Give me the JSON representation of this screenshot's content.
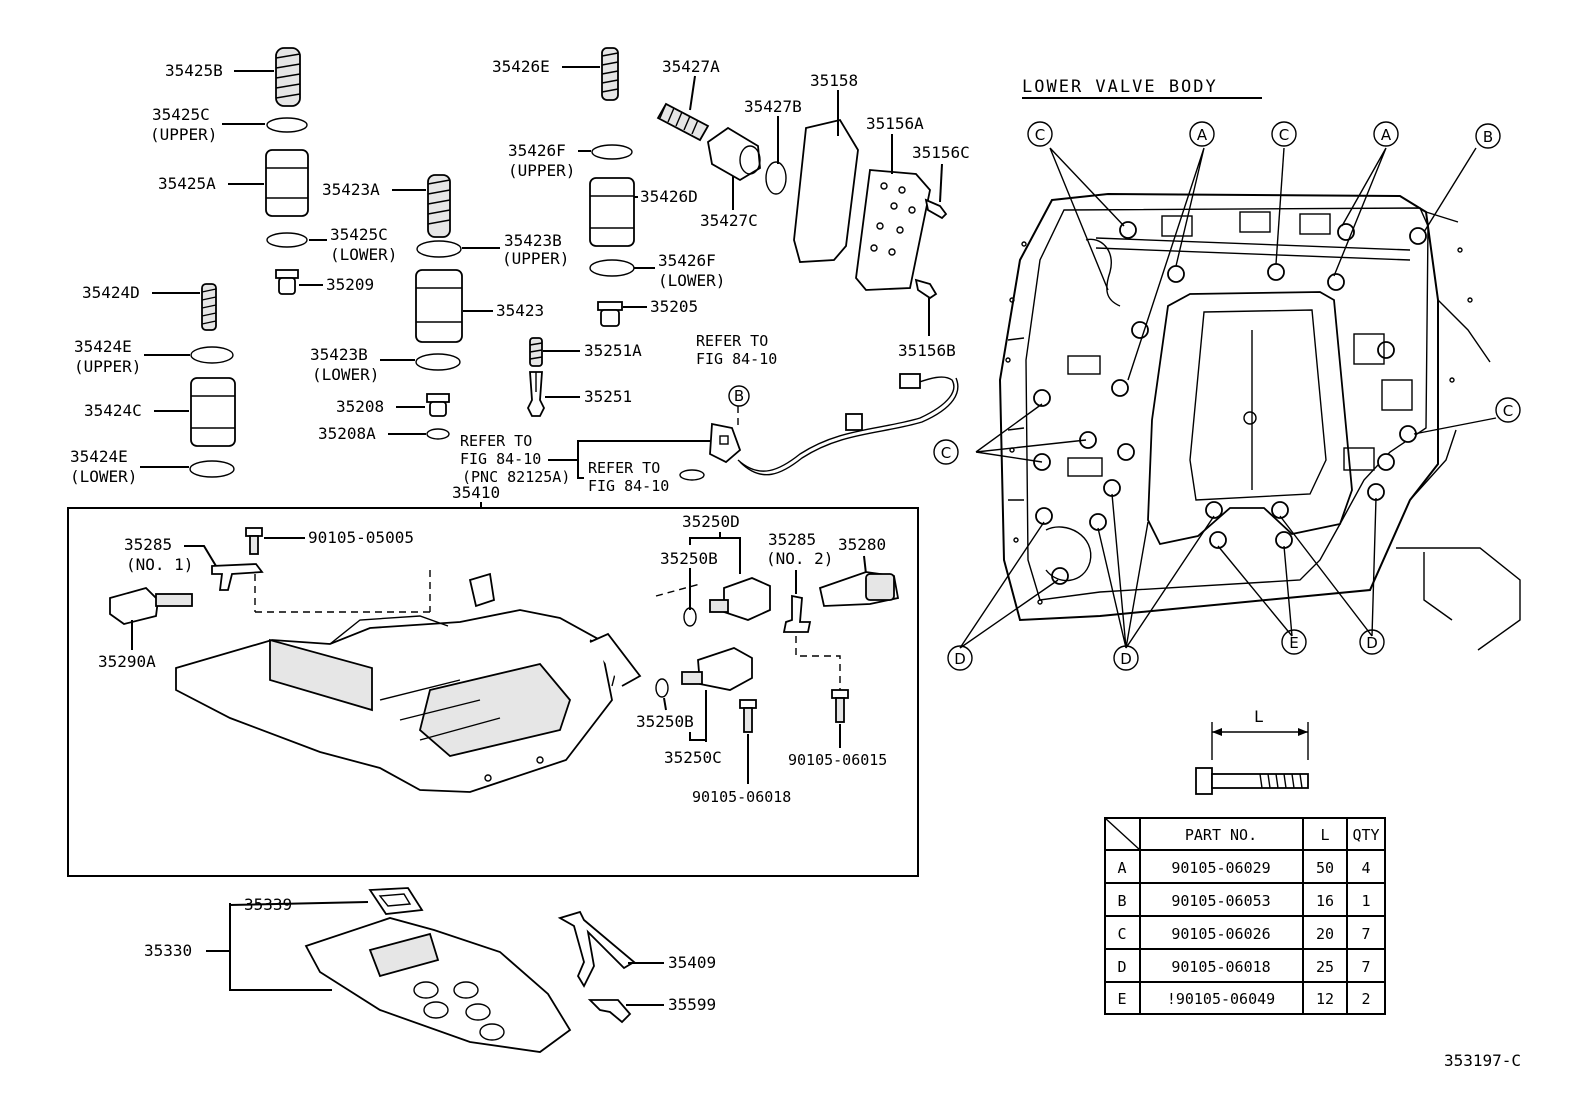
{
  "diagram": {
    "id_code": "353197-C",
    "section_title": "LOWER VALVE BODY",
    "part_labels": {
      "p35425B": "35425B",
      "p35425C_u": "35425C",
      "p35425C_u_note": "(UPPER)",
      "p35425A": "35425A",
      "p35425C_l": "35425C",
      "p35425C_l_note": "(LOWER)",
      "p35209": "35209",
      "p35424D": "35424D",
      "p35424E_u": "35424E",
      "p35424E_u_note": "(UPPER)",
      "p35424C": "35424C",
      "p35424E_l": "35424E",
      "p35424E_l_note": "(LOWER)",
      "p35423A": "35423A",
      "p35423B_u": "35423B",
      "p35423B_u_note": "(UPPER)",
      "p35423": "35423",
      "p35423B_l": "35423B",
      "p35423B_l_note": "(LOWER)",
      "p35208": "35208",
      "p35208A": "35208A",
      "p35426E": "35426E",
      "p35426F_u": "35426F",
      "p35426F_u_note": "(UPPER)",
      "p35426D": "35426D",
      "p35426F_l": "35426F",
      "p35426F_l_note": "(LOWER)",
      "p35205": "35205",
      "p35251A": "35251A",
      "p35251": "35251",
      "p35427A": "35427A",
      "p35427B": "35427B",
      "p35427C": "35427C",
      "p35158": "35158",
      "p35156A": "35156A",
      "p35156C": "35156C",
      "p35156B": "35156B",
      "refer1_a": "REFER TO",
      "refer1_b": "FIG 84-10",
      "refer2_a": "REFER TO",
      "refer2_b": "FIG 84-10",
      "refer2_c": "(PNC 82125A)",
      "refer3_a": "REFER TO",
      "refer3_b": "FIG 84-10",
      "callout_B": "B",
      "p35410": "35410",
      "p35285_1": "35285",
      "p35285_1_note": "(NO. 1)",
      "p90105_05005": "90105-05005",
      "p35290A": "35290A",
      "p35250D": "35250D",
      "p35250B_a": "35250B",
      "p35285_2": "35285",
      "p35285_2_note": "(NO. 2)",
      "p35280": "35280",
      "p35250B_b": "35250B",
      "p35250C": "35250C",
      "p90105_06018": "90105-06018",
      "p90105_06015": "90105-06015",
      "p35339": "35339",
      "p35330": "35330",
      "p35409": "35409",
      "p35599": "35599"
    },
    "bolt_callouts": {
      "c1": "C",
      "c2": "A",
      "c3": "C",
      "c4": "A",
      "c5": "B",
      "c6": "C",
      "c7": "C",
      "c8": "D",
      "c9": "D",
      "c10": "E",
      "c11": "D"
    },
    "dimension_label": "L"
  },
  "bolt_table": {
    "headers": [
      "",
      "PART NO.",
      "L",
      "QTY"
    ],
    "rows": [
      [
        "A",
        "90105-06029",
        "50",
        "4"
      ],
      [
        "B",
        "90105-06053",
        "16",
        "1"
      ],
      [
        "C",
        "90105-06026",
        "20",
        "7"
      ],
      [
        "D",
        "90105-06018",
        "25",
        "7"
      ],
      [
        "E",
        "!90105-06049",
        "12",
        "2"
      ]
    ]
  }
}
